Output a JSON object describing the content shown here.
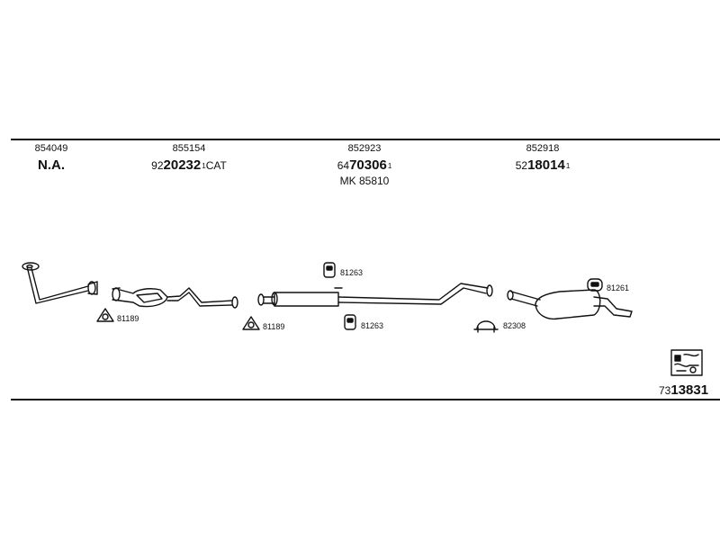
{
  "columns": [
    {
      "ref": "854049",
      "main": "N.A."
    },
    {
      "ref": "855154",
      "prefix": "92",
      "main": "20232",
      "sup": "1",
      "suffix": "CAT"
    },
    {
      "ref": "852923",
      "prefix": "64",
      "main": "70306",
      "sup": "1",
      "sub": "MK 85810"
    },
    {
      "ref": "852918",
      "prefix": "52",
      "main": "18014",
      "sup": "1"
    }
  ],
  "labels": {
    "front_pipe_gasket": "81189",
    "cat_outlet_gasket": "81189",
    "mount_upper": "81263",
    "mount_lower": "81263",
    "clamp": "82308",
    "rear_mount": "81261"
  },
  "product_code": {
    "prefix": "73",
    "main": "13831"
  },
  "icons": [
    "exhaust-front-pipe-icon",
    "catalytic-converter-icon",
    "middle-silencer-icon",
    "rear-silencer-icon",
    "rubber-mount-icon",
    "gasket-icon",
    "pipe-clamp-icon",
    "assembly-kit-icon"
  ]
}
